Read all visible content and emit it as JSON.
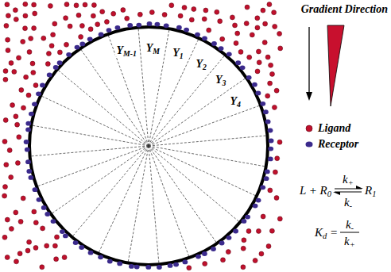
{
  "diagram": {
    "labels": [
      "Gradient Direction",
      "YM-1",
      "YM",
      "Y1",
      "Y2",
      "Y3",
      "Y4",
      "L + R0",
      "R1",
      "k+",
      "k-",
      "Kd =",
      "k-",
      "k+"
    ],
    "legend": [
      {
        "text": "Ligand",
        "color": "#c0102c"
      },
      {
        "text": "Receptor",
        "color": "#3b2a8c"
      }
    ]
  }
}
